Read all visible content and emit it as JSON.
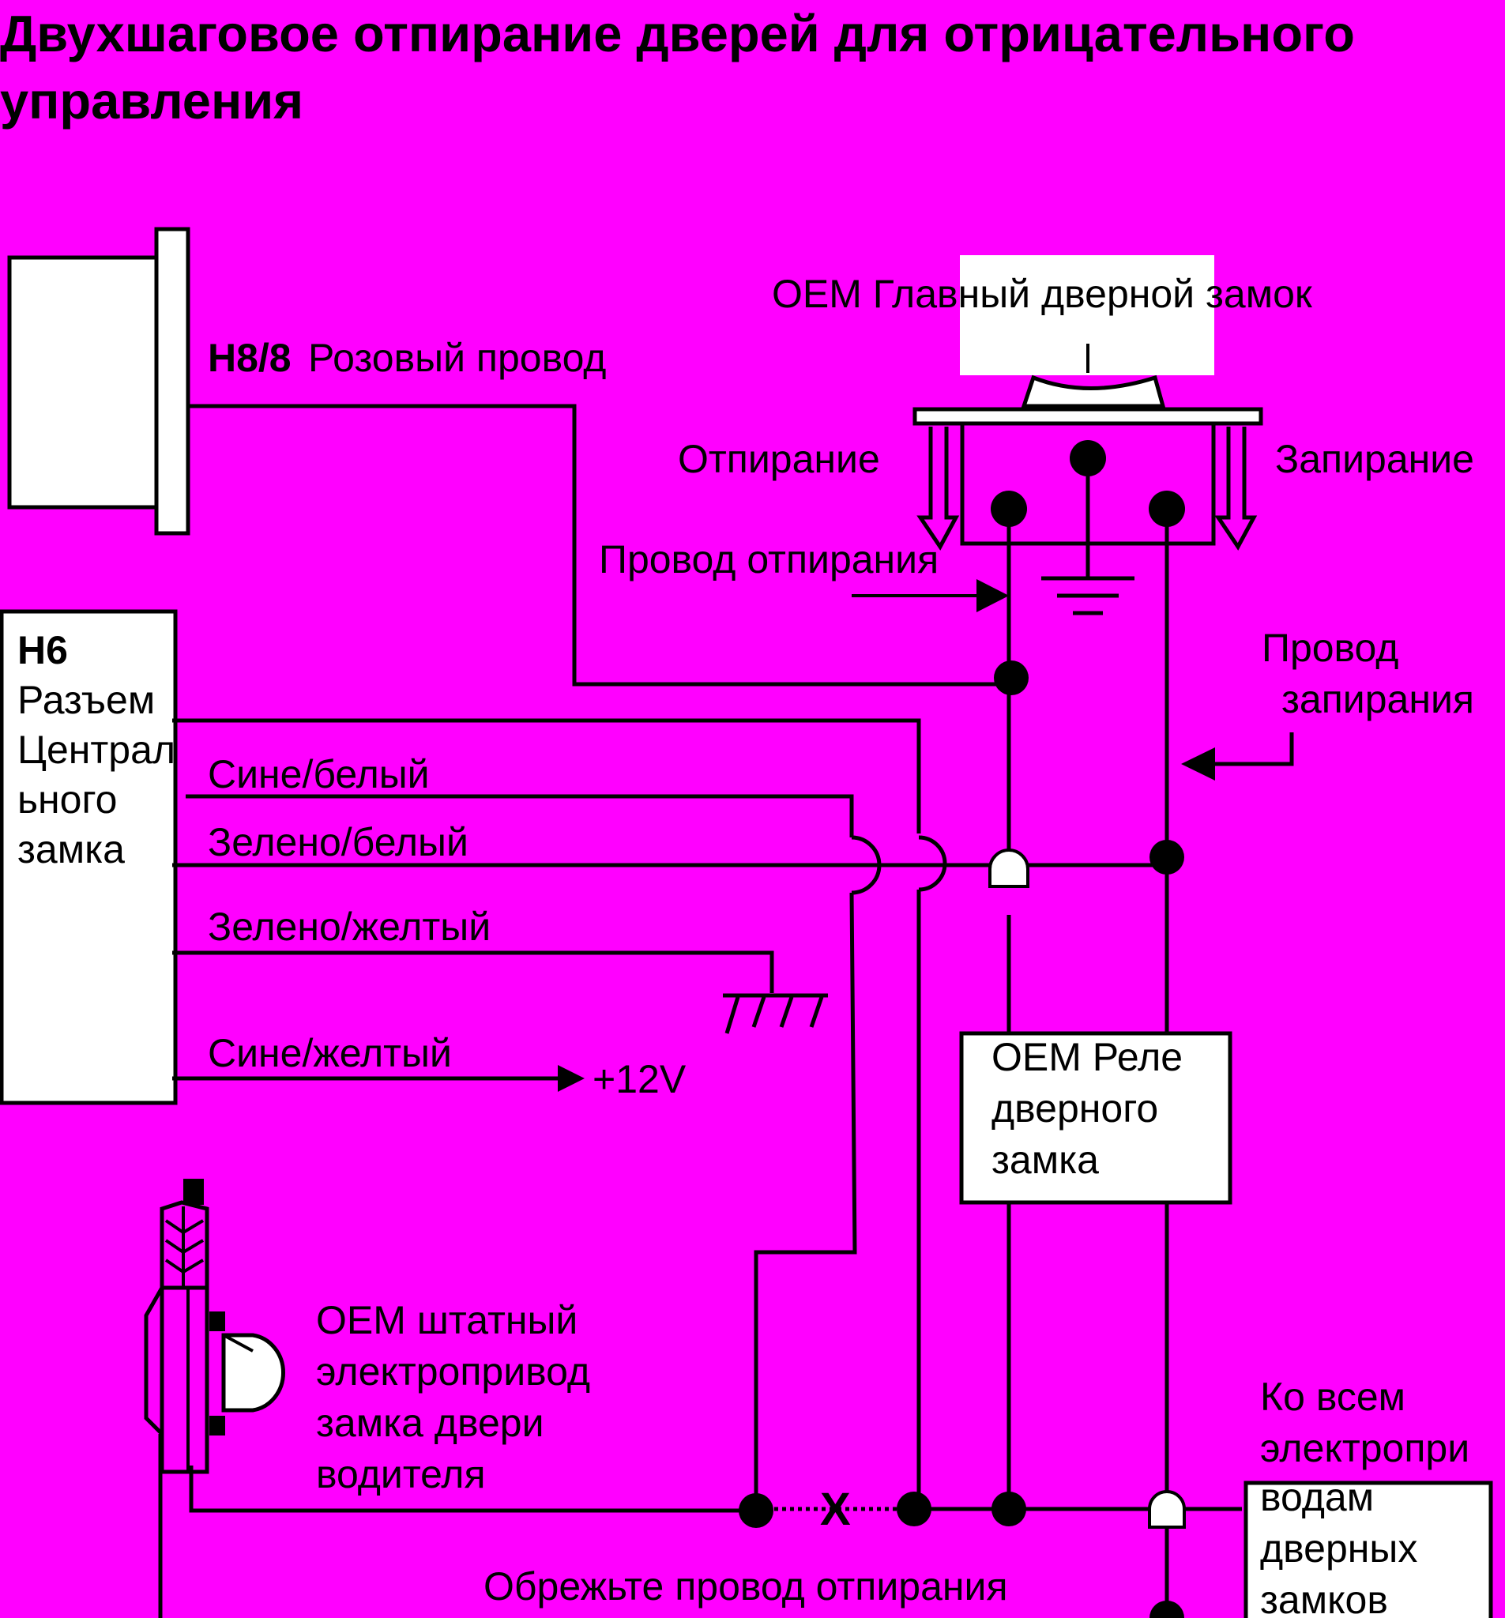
{
  "title": {
    "line1": "Двухшаговое отпирание дверей для отрицательного",
    "line2": "управления"
  },
  "labels": {
    "h88_code": "H8/8",
    "h88_text": "Розовый провод",
    "oem_main_lock": "OEM Главный дверной замок",
    "unlock": "Отпирание",
    "lock": "Запирание",
    "unlock_wire": "Провод отпирания",
    "lock_wire_1": "Провод",
    "lock_wire_2": "запирания",
    "blue_white": "Сине/белый",
    "green_white": "Зелено/белый",
    "green_yellow": "Зелено/желтый",
    "blue_yellow": "Сине/желтый",
    "plus12v": "+12V",
    "cut_mark": "X",
    "cut_unlock_wire": "Обрежьте провод отпирания"
  },
  "h6_connector": {
    "code": "H6",
    "lines": [
      "Разъем",
      "Централ",
      "ьного",
      "замка"
    ]
  },
  "relay": {
    "lines": [
      "OEM Реле",
      "дверного",
      "замка"
    ]
  },
  "actuator": {
    "lines": [
      "OEM штатный",
      "электропривод",
      "замка двери",
      "водителя"
    ]
  },
  "to_all": {
    "lines": [
      "Ко всем",
      "электропри",
      "водам",
      "дверных",
      "замков"
    ]
  },
  "colors": {
    "background": "#ff00ff",
    "wire": "#000000",
    "box_fill": "#ffffff"
  }
}
